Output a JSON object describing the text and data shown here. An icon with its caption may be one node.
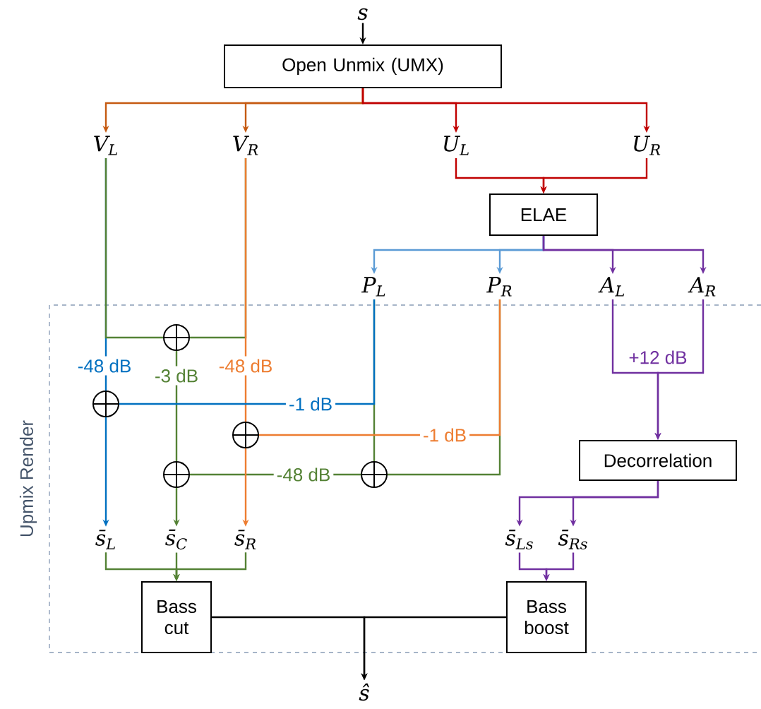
{
  "diagram": {
    "nodes": [
      {
        "text": [
          "s"
        ]
      },
      {
        "text": [
          "Open Unmix (UMX)"
        ]
      },
      {
        "text": [
          "V$_{L}$"
        ]
      },
      {
        "text": [
          "V$_{R}$"
        ]
      },
      {
        "text": [
          "U$_{L}$"
        ]
      },
      {
        "text": [
          "U$_{R}$"
        ]
      },
      {
        "text": [
          "ELAE"
        ]
      },
      {
        "text": [
          "P$_{L}$"
        ]
      },
      {
        "text": [
          "P$_{R}$"
        ]
      },
      {
        "text": [
          "A$_{L}$"
        ]
      },
      {
        "text": [
          "A$_{R}$"
        ]
      },
      {
        "text": [
          "Upmix Render"
        ]
      },
      {
        "text": [],
        "shape": "circle",
        "in": 11
      },
      {
        "text": [],
        "shape": "circle",
        "in": 11
      },
      {
        "text": [],
        "shape": "circle",
        "in": 11
      },
      {
        "text": [],
        "shape": "circle",
        "in": 11
      },
      {
        "text": [],
        "shape": "circle",
        "in": 11
      },
      {
        "text": [
          "Decorrelation"
        ],
        "in": 11
      },
      {
        "text": [
          "s̄$_{L}$"
        ],
        "in": 11
      },
      {
        "text": [
          "s̄$_{C}$"
        ],
        "in": 11
      },
      {
        "text": [
          "s̄$_{R}$"
        ],
        "in": 11
      },
      {
        "text": [
          "s̄$_{Ls}$"
        ],
        "in": 11
      },
      {
        "text": [
          "s̄$_{Rs}$"
        ],
        "in": 11
      },
      {
        "text": [
          "Bass cut"
        ],
        "in": 11
      },
      {
        "text": [
          "Bass boost"
        ],
        "in": 11
      },
      {
        "text": [
          "ŝ"
        ]
      }
    ],
    "edges": [
      {
        "from": 0,
        "to": 1,
        "arrow": "to",
        "color": "#000000"
      },
      {
        "from": 1,
        "to": 2,
        "arrow": "to",
        "color": "#c55a11"
      },
      {
        "from": 1,
        "to": 3,
        "arrow": "to",
        "color": "#c55a11"
      },
      {
        "from": 1,
        "to": 4,
        "arrow": "to",
        "color": "#c00000"
      },
      {
        "from": 1,
        "to": 5,
        "arrow": "to",
        "color": "#c00000"
      },
      {
        "from": 4,
        "to": 6,
        "arrow": "to",
        "color": "#c00000"
      },
      {
        "from": 5,
        "to": 6,
        "arrow": "to",
        "color": "#c00000"
      },
      {
        "from": 6,
        "to": 7,
        "arrow": "to",
        "color": "#5b9bd5"
      },
      {
        "from": 6,
        "to": 8,
        "arrow": "to",
        "color": "#5b9bd5"
      },
      {
        "from": 6,
        "to": 9,
        "arrow": "to",
        "color": "#7030a0"
      },
      {
        "from": 6,
        "to": 10,
        "arrow": "to",
        "color": "#7030a0"
      },
      {
        "from": 2,
        "to": 13,
        "arrow": "none",
        "label": "-48 dB",
        "color": "#0070c0"
      },
      {
        "from": 2,
        "to": 12,
        "arrow": "none",
        "color": "#548235"
      },
      {
        "from": 3,
        "to": 14,
        "arrow": "none",
        "label": "-48 dB",
        "color": "#ed7d31"
      },
      {
        "from": 3,
        "to": 12,
        "arrow": "none",
        "color": "#548235"
      },
      {
        "from": 12,
        "to": 15,
        "arrow": "none",
        "label": "-3 dB",
        "color": "#548235"
      },
      {
        "from": 7,
        "to": 16,
        "arrow": "none",
        "color": "#548235"
      },
      {
        "from": 7,
        "to": 13,
        "arrow": "none",
        "label": "-1 dB",
        "color": "#0070c0"
      },
      {
        "from": 8,
        "to": 16,
        "arrow": "none",
        "color": "#548235"
      },
      {
        "from": 8,
        "to": 14,
        "arrow": "none",
        "label": "-1 dB",
        "color": "#ed7d31"
      },
      {
        "from": 16,
        "to": 15,
        "arrow": "none",
        "label": "-48 dB",
        "color": "#548235"
      },
      {
        "from": 13,
        "to": 18,
        "arrow": "to",
        "color": "#0070c0"
      },
      {
        "from": 15,
        "to": 19,
        "arrow": "to",
        "color": "#548235"
      },
      {
        "from": 14,
        "to": 20,
        "arrow": "to",
        "color": "#ed7d31"
      },
      {
        "from": 9,
        "to": 17,
        "arrow": "to",
        "label": "+12 dB",
        "color": "#7030a0"
      },
      {
        "from": 10,
        "to": 17,
        "arrow": "to",
        "color": "#7030a0"
      },
      {
        "from": 17,
        "to": 21,
        "arrow": "to",
        "color": "#7030a0"
      },
      {
        "from": 17,
        "to": 22,
        "arrow": "to",
        "color": "#7030a0"
      },
      {
        "from": 18,
        "to": 23,
        "arrow": "to",
        "color": "#548235"
      },
      {
        "from": 19,
        "to": 23,
        "arrow": "to",
        "color": "#548235"
      },
      {
        "from": 20,
        "to": 23,
        "arrow": "to",
        "color": "#548235"
      },
      {
        "from": 21,
        "to": 24,
        "arrow": "to",
        "color": "#7030a0"
      },
      {
        "from": 22,
        "to": 24,
        "arrow": "to",
        "color": "#7030a0"
      },
      {
        "from": 23,
        "to": 25,
        "arrow": "to",
        "color": "#000000"
      },
      {
        "from": 24,
        "to": 25,
        "arrow": "to",
        "color": "#000000"
      }
    ]
  }
}
